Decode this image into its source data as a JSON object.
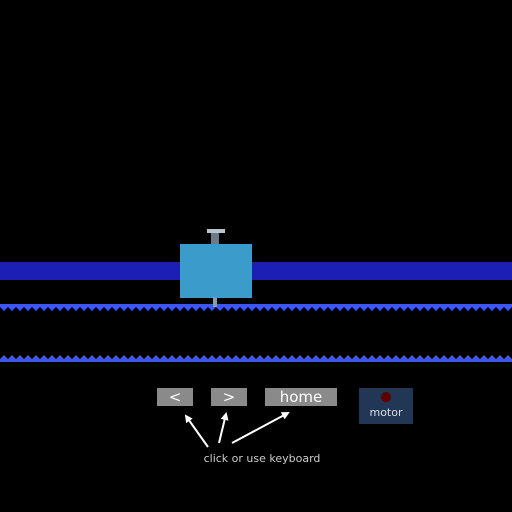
{
  "controls": {
    "left_label": "<",
    "right_label": ">",
    "home_label": "home",
    "motor_label": "motor"
  },
  "hint": {
    "text": "click or use keyboard"
  },
  "colors": {
    "rail": "#1c1fb4",
    "carriage": "#3b9ccc",
    "knob": "#6c7a8a",
    "knob_cap": "#b8c4cf",
    "pointer": "#8a9aab",
    "belt": "#3f56ee",
    "button_bg": "#8a8a8a",
    "motor_bg": "#223656",
    "motor_led": "#5a0000",
    "arrow": "#ffffff"
  },
  "motor": {
    "on": false
  }
}
